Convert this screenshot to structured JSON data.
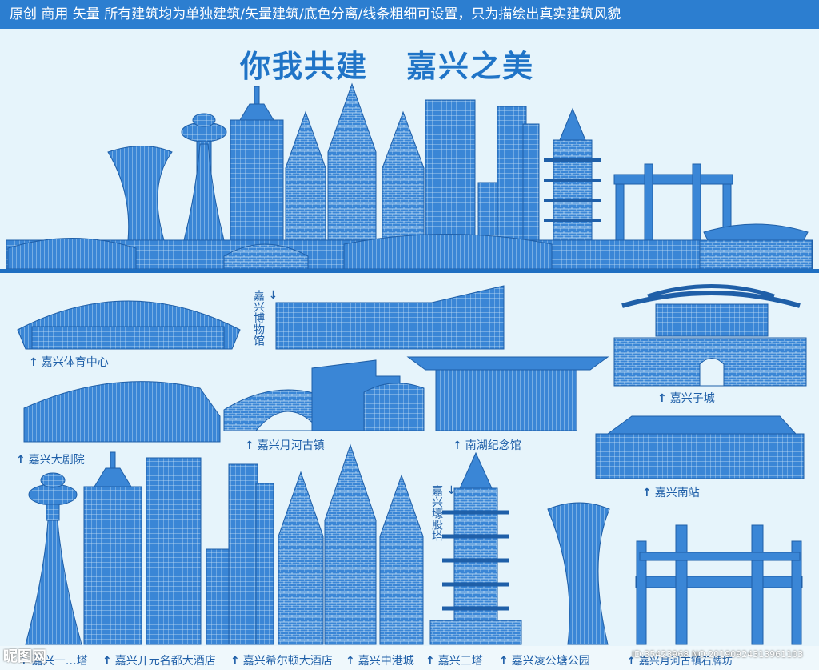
{
  "banner": "原创 商用 矢量 所有建筑均为单独建筑/矢量建筑/底色分离/线条粗细可设置，只为描绘出真实建筑风貌",
  "title": {
    "left": "你我共建",
    "right": "嘉兴之美"
  },
  "labels": {
    "sports": "嘉兴体育中心",
    "museum": "嘉兴博物馆",
    "zicheng": "嘉兴子城",
    "theatre": "嘉兴大剧院",
    "yuehe": "嘉兴月河古镇",
    "nanhu": "南湖纪念馆",
    "station": "嘉兴南站",
    "haogu": "嘉兴壕股塔",
    "tower": "嘉兴一…塔",
    "hotel1": "嘉兴开元名都大酒店",
    "hotel2": "嘉兴希尔顿大酒店",
    "zhonggang": "嘉兴中港城",
    "santa": "嘉兴三塔",
    "linggong": "嘉兴凌公塘公园",
    "paifang": "嘉兴月河古镇石牌坊"
  },
  "watermark": {
    "left": "昵图网",
    "right": "ID:35423968 NO:20190924313961103"
  },
  "colors": {
    "accent": "#2c7ed0",
    "fill": "#3a86d6",
    "line": "#1f5fa8",
    "bg": "#e6f4fb"
  }
}
